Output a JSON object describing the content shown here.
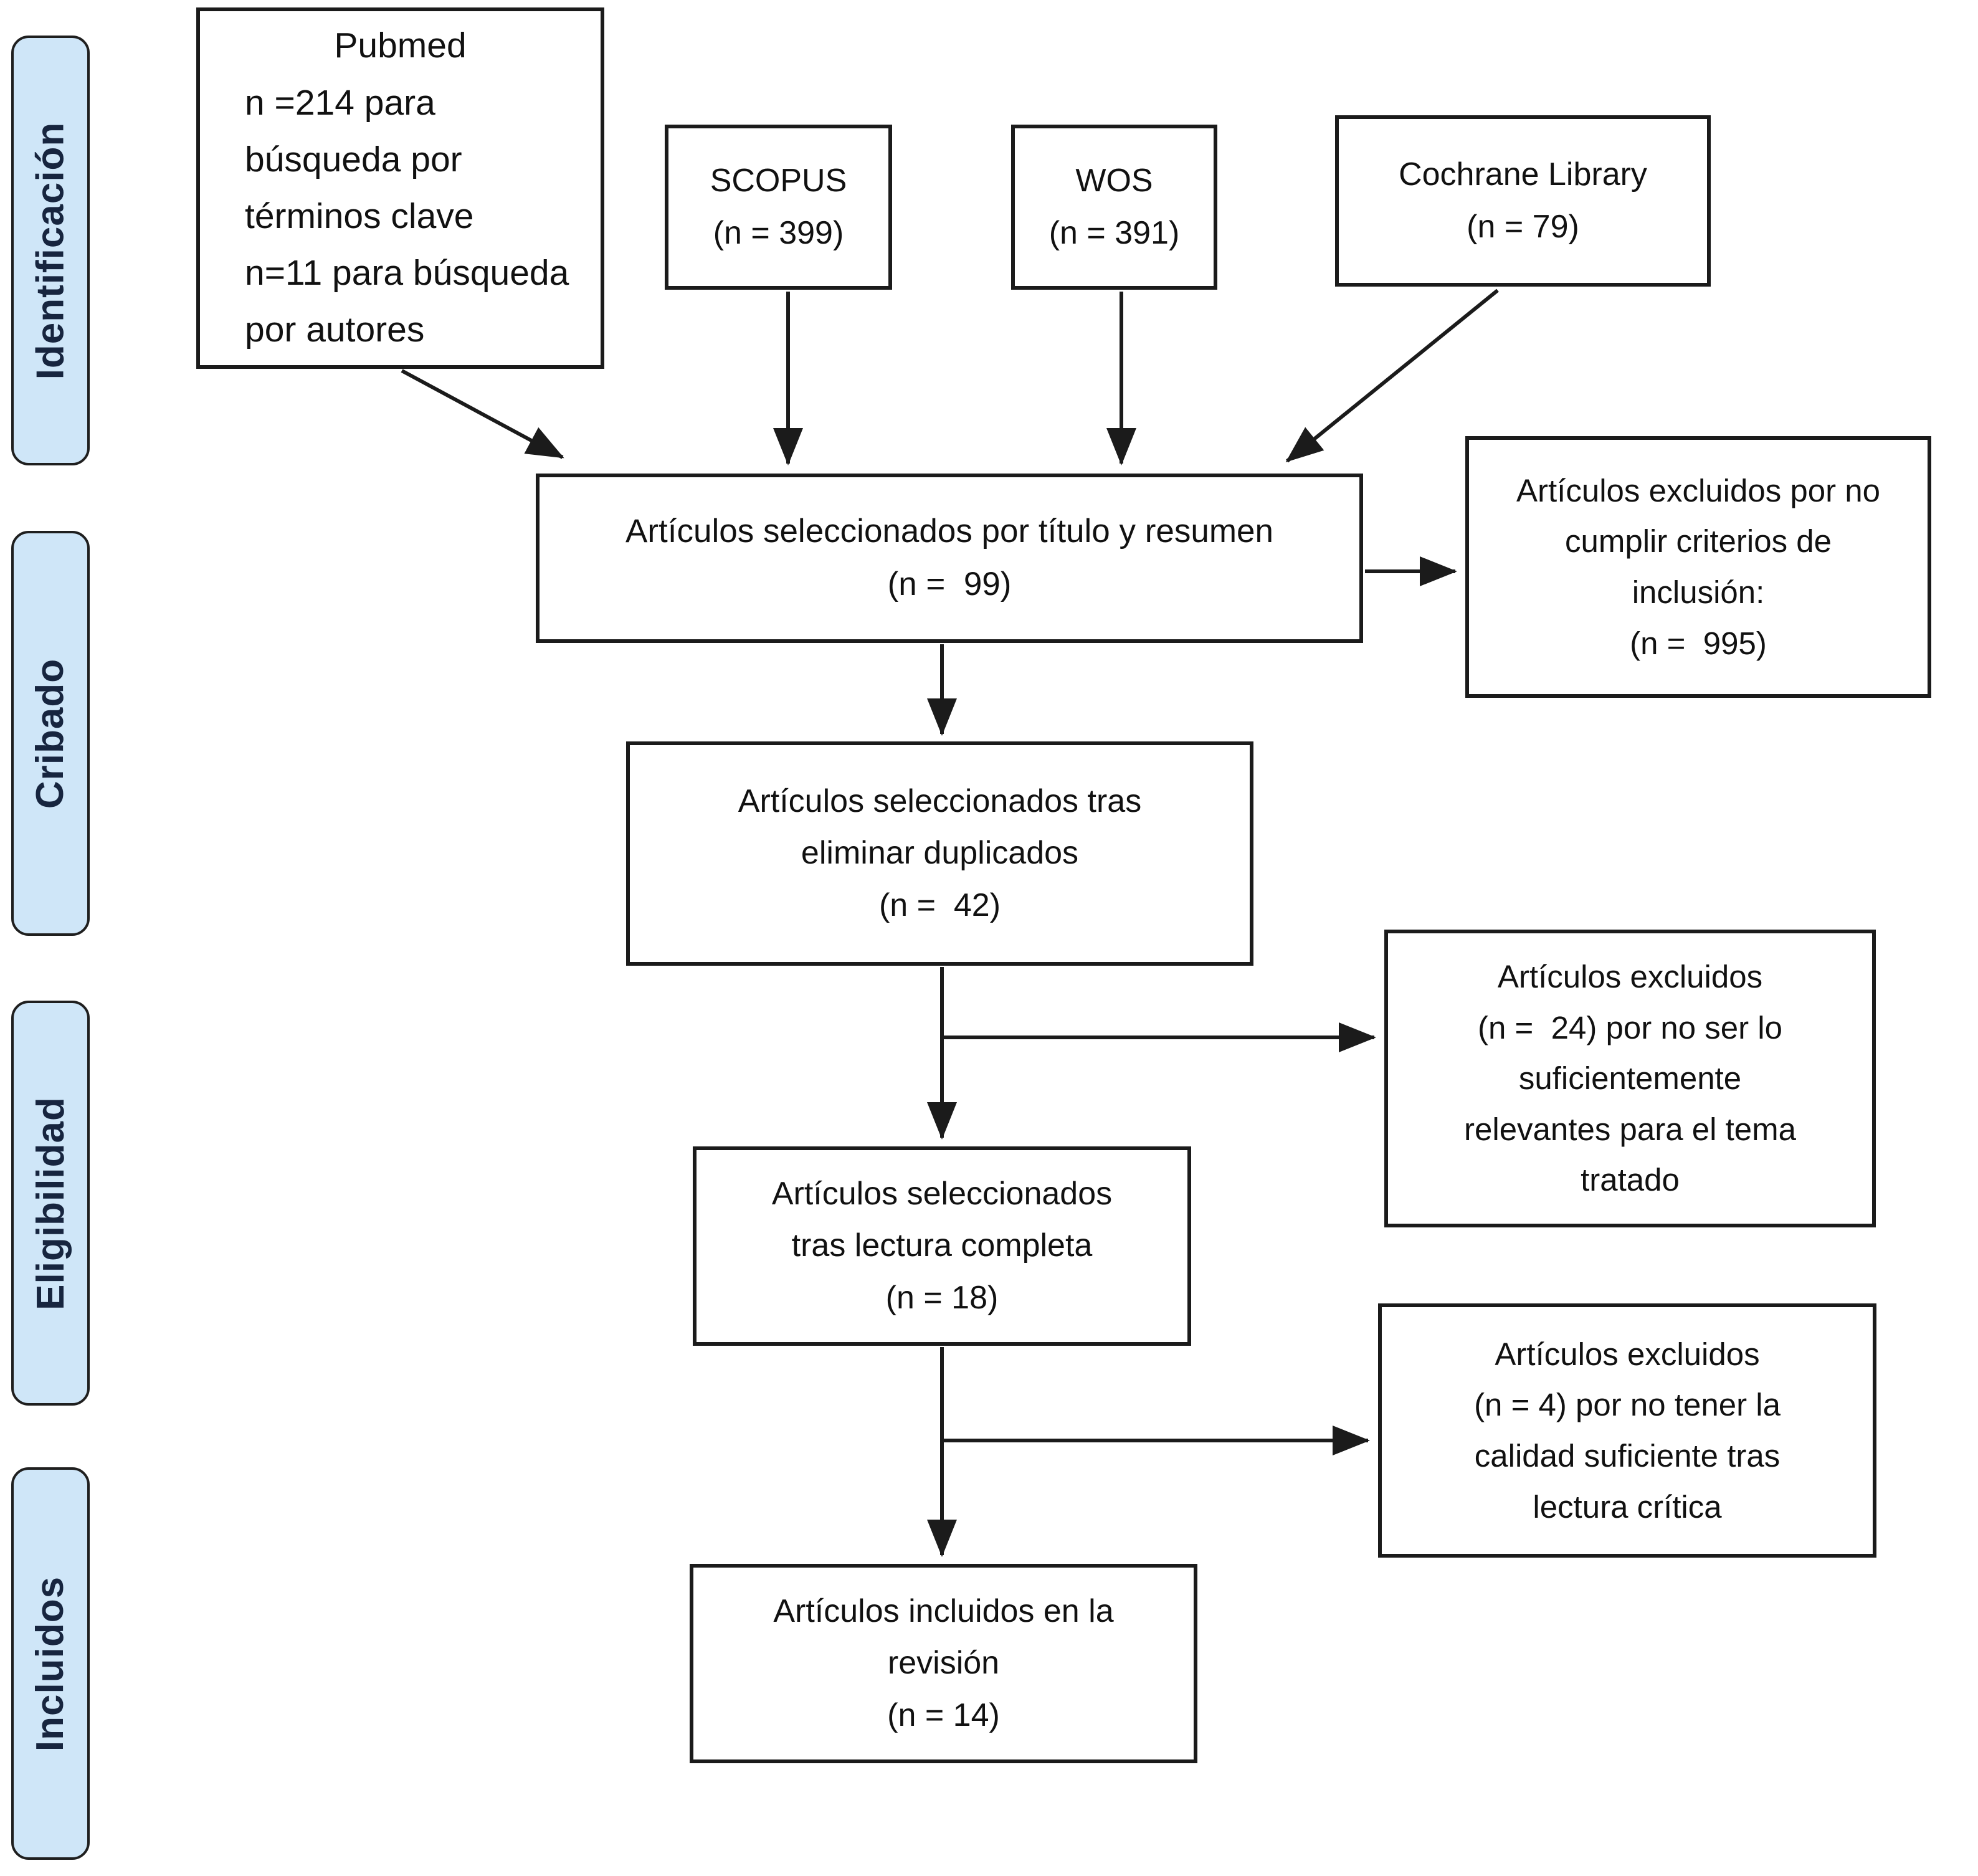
{
  "diagram": {
    "type": "prisma-flowchart",
    "language": "es",
    "stages": [
      {
        "label": "Identificación"
      },
      {
        "label": "Cribado"
      },
      {
        "label": "Eligibilidad"
      },
      {
        "label": "Incluidos"
      }
    ],
    "sources": {
      "pubmed": {
        "title": "Pubmed",
        "body": "n =214 para\nbúsqueda por\ntérminos clave\nn=11 para búsqueda\npor autores",
        "counts": {
          "keyword_search": 214,
          "author_search": 11
        }
      },
      "scopus": {
        "text": "SCOPUS\n(n = 399)",
        "n": 399
      },
      "wos": {
        "text": "WOS\n(n = 391)",
        "n": 391
      },
      "cochrane": {
        "text": "Cochrane Library\n(n = 79)",
        "n": 79
      }
    },
    "steps": {
      "screened": {
        "text": "Artículos seleccionados por título y resumen\n(n =  99)",
        "n": 99
      },
      "deduplicated": {
        "text": "Artículos seleccionados tras\neliminar duplicados\n(n =  42)",
        "n": 42
      },
      "full_text": {
        "text": "Artículos seleccionados\ntras lectura completa\n(n = 18)",
        "n": 18
      },
      "included": {
        "text": "Artículos incluidos en la\nrevisión\n(n = 14)",
        "n": 14
      }
    },
    "exclusions": {
      "criteria": {
        "text": "Artículos excluidos por no\ncumplir criterios de\ninclusión:\n(n =  995)",
        "n": 995
      },
      "relevance": {
        "text": "Artículos excluidos\n(n =  24) por no ser lo\nsuficientemente\nrelevantes para el tema\ntratado",
        "n": 24
      },
      "quality": {
        "text": "Artículos excluidos\n(n = 4) por no tener la\ncalidad suficiente tras\nlectura crítica",
        "n": 4
      }
    },
    "colors": {
      "stage_fill": "#cfe6f8",
      "stage_text": "#17253f",
      "box_fill": "#ffffff",
      "box_border": "#1b1b1b",
      "text": "#111111",
      "arrow": "#1b1b1b"
    }
  }
}
